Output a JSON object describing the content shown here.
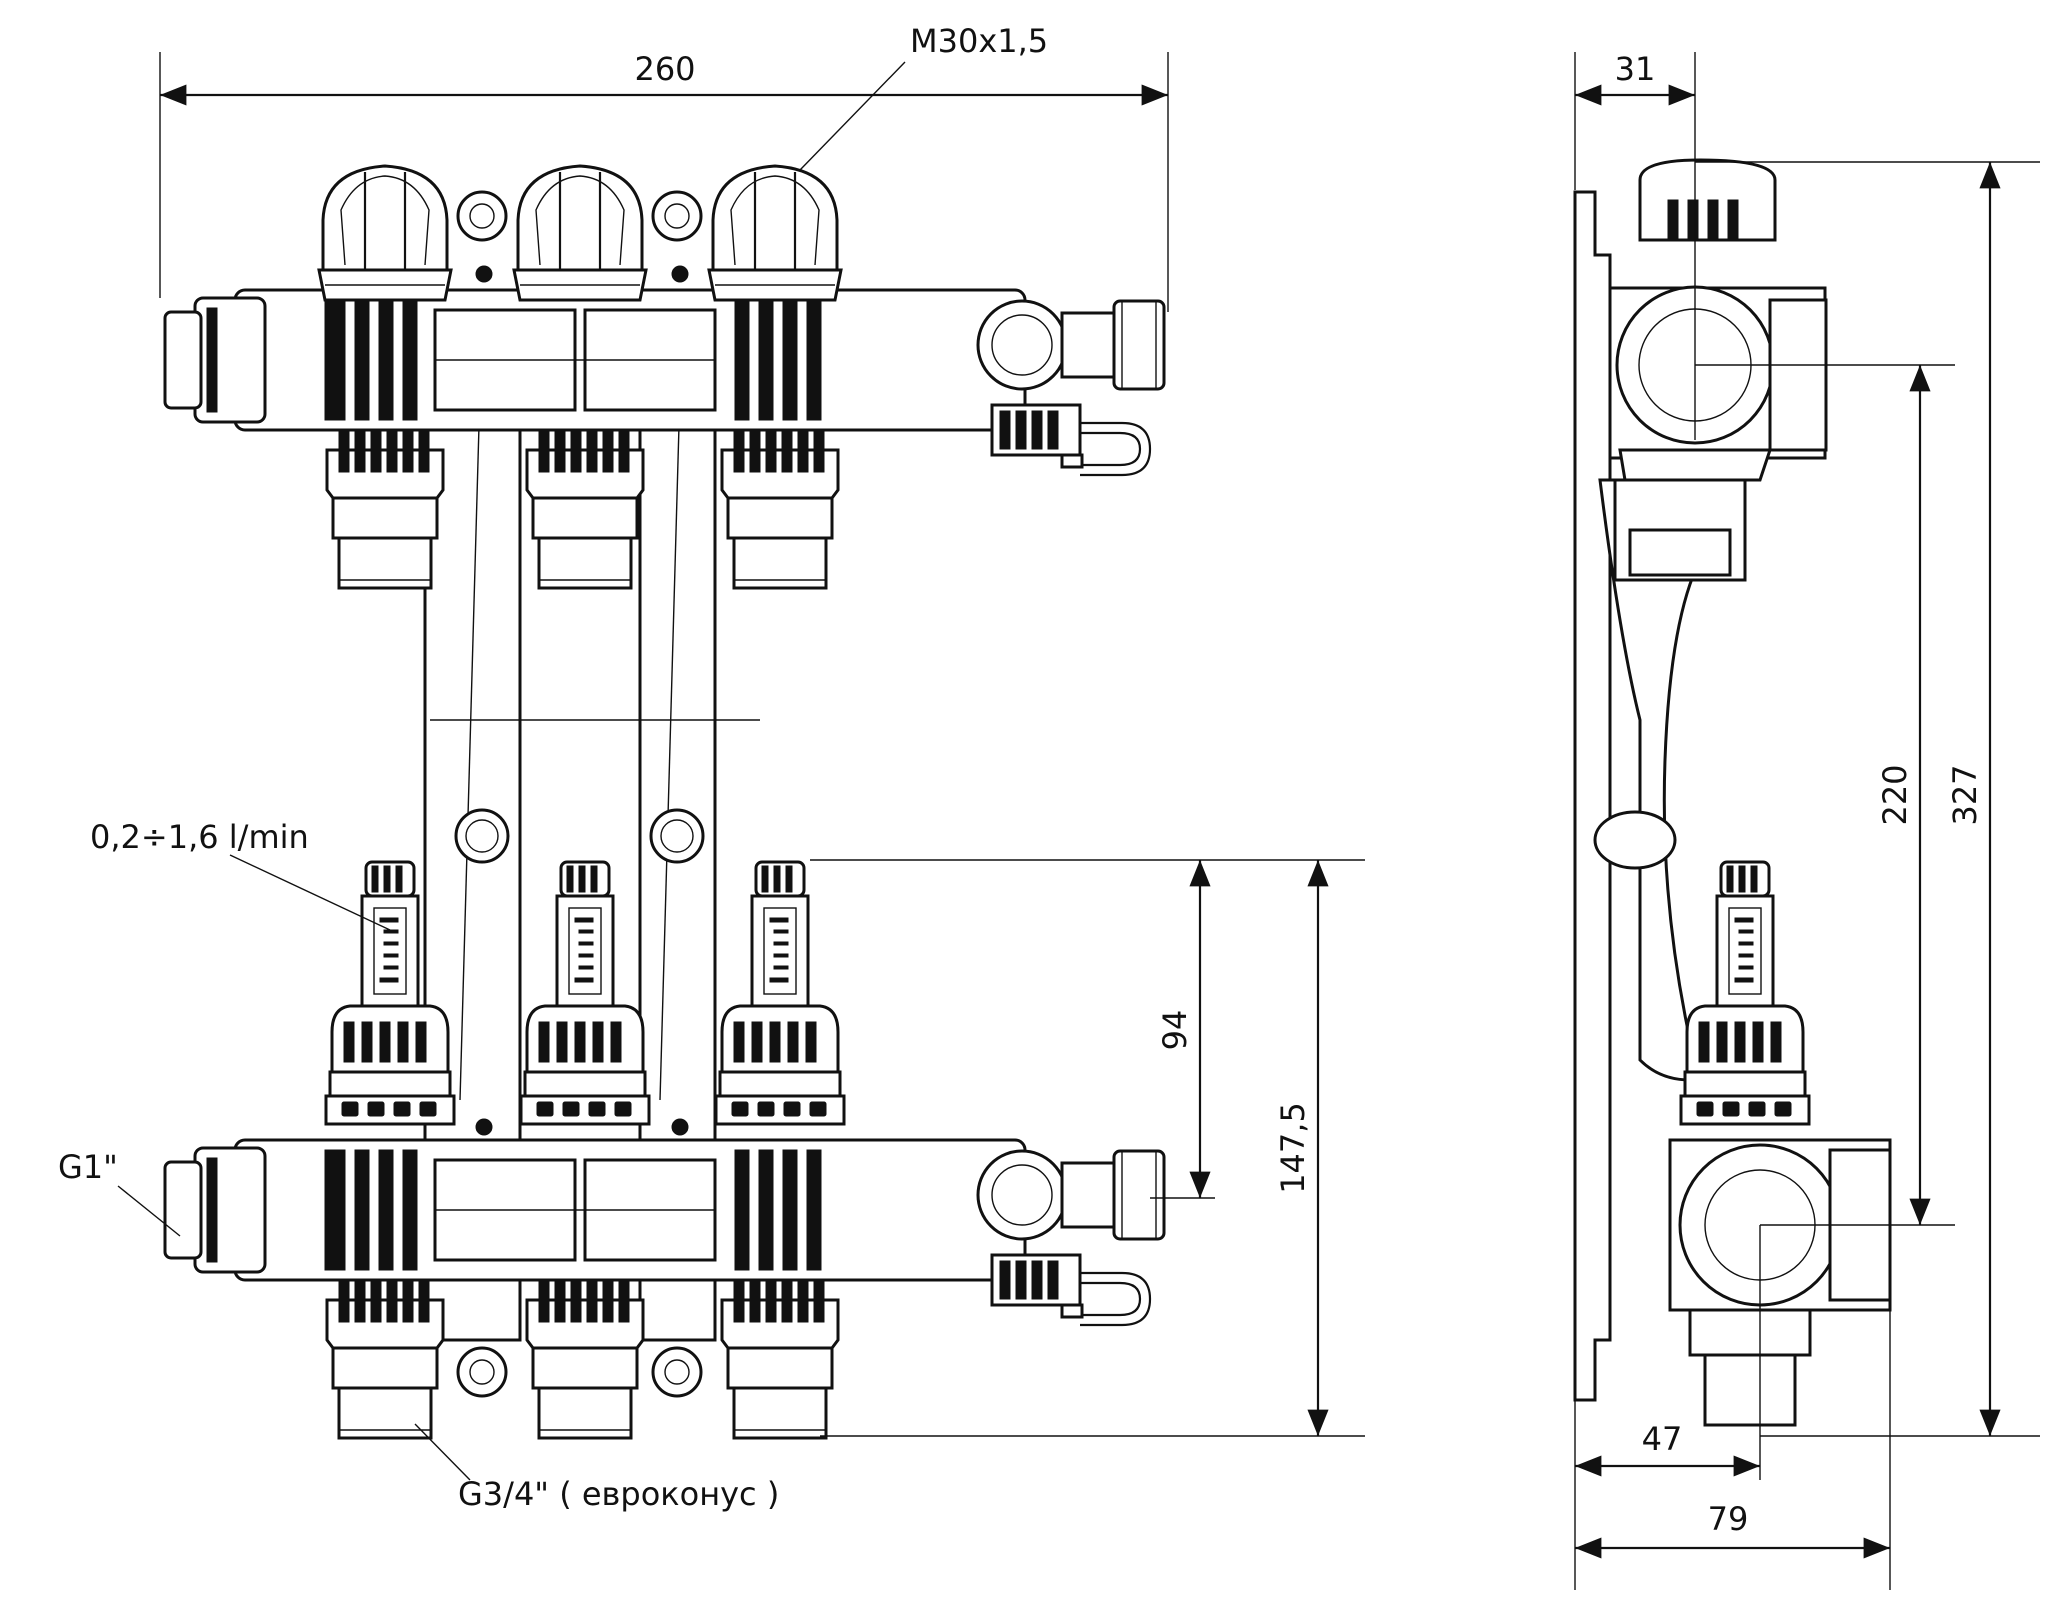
{
  "labels": {
    "dim_total_width": "260",
    "thread_top": "M30x1,5",
    "flow_range": "0,2÷1,6 l/min",
    "inlet_thread": "G1\"",
    "outlet_thread": "G3/4\" ( евроконус )",
    "dim_flowmeter_height": "94",
    "dim_bottom_height": "147,5",
    "dim_side_top_offset": "31",
    "dim_axis_spacing": "220",
    "dim_total_height": "327",
    "dim_side_depth_axis": "47",
    "dim_side_depth_total": "79"
  },
  "colors": {
    "line": "#111111",
    "background": "#ffffff"
  }
}
